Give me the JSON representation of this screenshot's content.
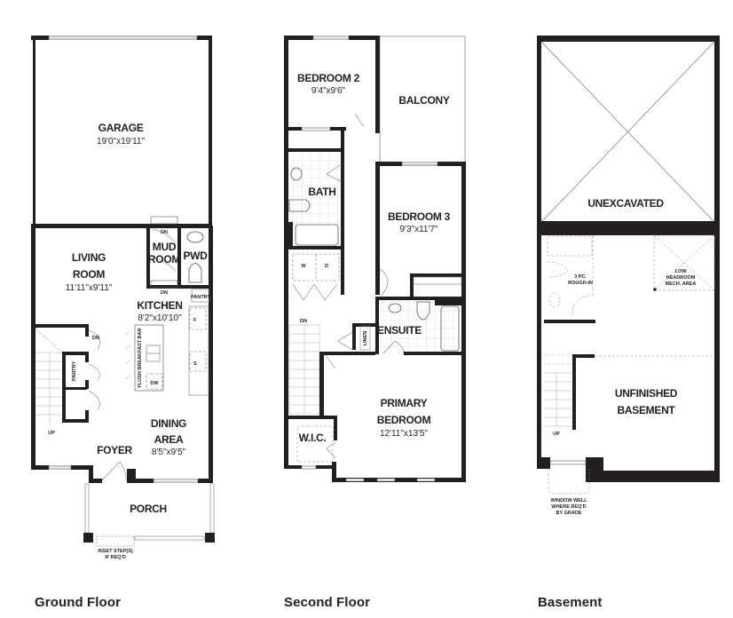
{
  "floors": [
    {
      "id": "ground",
      "caption": "Ground Floor",
      "rooms": {
        "garage": {
          "name": "GARAGE",
          "dim": "19'0\"x19'11\""
        },
        "living": {
          "name_line1": "LIVING",
          "name_line2": "ROOM",
          "dim": "11'11\"x9'11\""
        },
        "mud": {
          "name_line1": "MUD",
          "name_line2": "ROOM"
        },
        "pwd": {
          "name": "PWD"
        },
        "kitchen": {
          "name": "KITCHEN",
          "dim": "8'2\"x10'10\""
        },
        "dining": {
          "name_line1": "DINING",
          "name_line2": "AREA",
          "dim": "8'5\"x9'5\""
        },
        "foyer": {
          "name": "FOYER"
        },
        "porch": {
          "name": "PORCH"
        }
      },
      "labels": {
        "pantry_top": "PANTRY",
        "pantry_side": "PANTRY",
        "fridge": "F",
        "stove": "S",
        "dishwasher": "DW",
        "breakfast_bar": "FLUSH BREAKFAST BAR",
        "dn_mud_top": "DN",
        "dn_mud_bottom": "DN",
        "dn_stair": "DN",
        "up_stair": "UP",
        "inset_step_1": "INSET STEP(S)",
        "inset_step_2": "IF REQ'D"
      }
    },
    {
      "id": "second",
      "caption": "Second Floor",
      "rooms": {
        "bedroom2": {
          "name": "BEDROOM 2",
          "dim": "9'4\"x9'6\""
        },
        "balcony": {
          "name": "BALCONY"
        },
        "bath": {
          "name": "BATH"
        },
        "bedroom3": {
          "name": "BEDROOM 3",
          "dim": "9'3\"x11'7\""
        },
        "ensuite": {
          "name": "ENSUITE"
        },
        "primary": {
          "name_line1": "PRIMARY",
          "name_line2": "BEDROOM",
          "dim": "12'11\"x13'5\""
        },
        "wic": {
          "name": "W.I.C."
        }
      },
      "labels": {
        "washer": "W",
        "dryer": "D",
        "linen": "LINEN",
        "dn_stair": "DN"
      }
    },
    {
      "id": "basement",
      "caption": "Basement",
      "rooms": {
        "unexcavated": {
          "name": "UNEXCAVATED"
        },
        "unfinished": {
          "name_line1": "UNFINISHED",
          "name_line2": "BASEMENT"
        }
      },
      "labels": {
        "rough_in_1": "3 PC.",
        "rough_in_2": "ROUGH-IN",
        "mech_1": "LOW",
        "mech_2": "HEADROOM",
        "mech_3": "MECH. AREA",
        "up_stair": "UP",
        "window_well_1": "WINDOW WELL",
        "window_well_2": "WHERE REQ'D",
        "window_well_3": "BY GRADE"
      }
    }
  ],
  "colors": {
    "wall": "#231f20",
    "background": "#ffffff",
    "fixture": "#6d6e71"
  }
}
